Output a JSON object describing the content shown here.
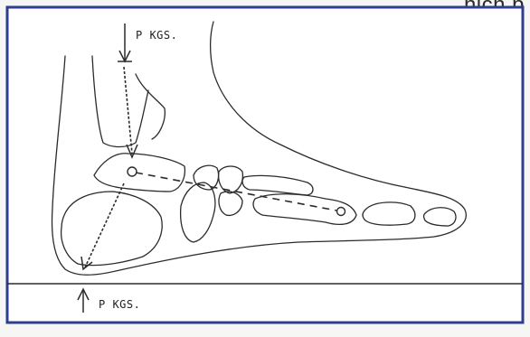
{
  "caption_fragment": "...hich p",
  "labels": {
    "load_top": "P KGS.",
    "load_bottom": "P KGS."
  },
  "colors": {
    "frame": "#2f3f90",
    "ink": "#2b2b2b",
    "paper": "#ffffff",
    "background": "#f6f6f4"
  },
  "icons": {
    "top_arrow": "arrow-down",
    "bottom_arrow": "arrow-up"
  }
}
